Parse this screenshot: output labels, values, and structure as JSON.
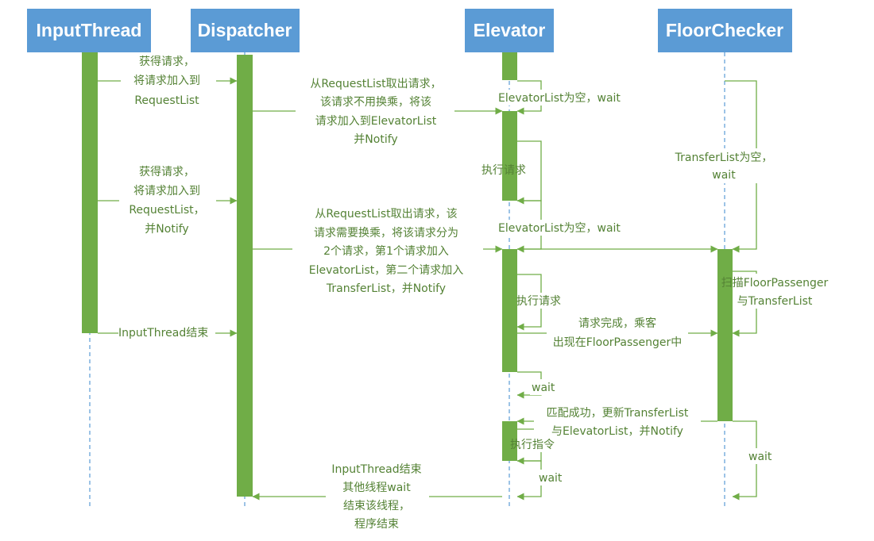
{
  "colors": {
    "header": "#5b9bd5",
    "bar": "#70ad47",
    "label": "#548235",
    "lifeline": "#5b9bd5"
  },
  "participants": {
    "input_thread": "InputThread",
    "dispatcher": "Dispatcher",
    "elevator": "Elevator",
    "floor_checker": "FloorChecker"
  },
  "messages": {
    "m1": [
      "获得请求，",
      "将请求加入到",
      "RequestList"
    ],
    "m2": [
      "从RequestList取出请求，",
      "该请求不用换乘，将该",
      "请求加入到ElevatorList",
      "并Notify"
    ],
    "m3": [
      "ElevatorList为空，wait"
    ],
    "m4": [
      "TransferList为空，",
      "wait"
    ],
    "m5": [
      "执行请求"
    ],
    "m6": [
      "获得请求，",
      "将请求加入到",
      "RequestList，",
      "并Notify"
    ],
    "m7": [
      "从RequestList取出请求，该",
      "请求需要换乘，将该请求分为",
      "2个请求，第1个请求加入",
      "ElevatorList，第二个请求加入",
      "TransferList，并Notify"
    ],
    "m8": [
      "ElevatorList为空，wait"
    ],
    "m9": [
      "扫描FloorPassenger",
      "与TransferList"
    ],
    "m10": [
      "执行请求"
    ],
    "m11": [
      "InputThread结束"
    ],
    "m12": [
      "请求完成，乘客",
      "出现在FloorPassenger中"
    ],
    "m13": [
      "wait"
    ],
    "m14": [
      "匹配成功，更新TransferList",
      "与ElevatorList，并Notify"
    ],
    "m15": [
      "执行指令"
    ],
    "m16": [
      "wait"
    ],
    "m17": [
      "wait"
    ],
    "m18": [
      "InputThread结束",
      "其他线程wait",
      "结束该线程，",
      "程序结束"
    ]
  }
}
